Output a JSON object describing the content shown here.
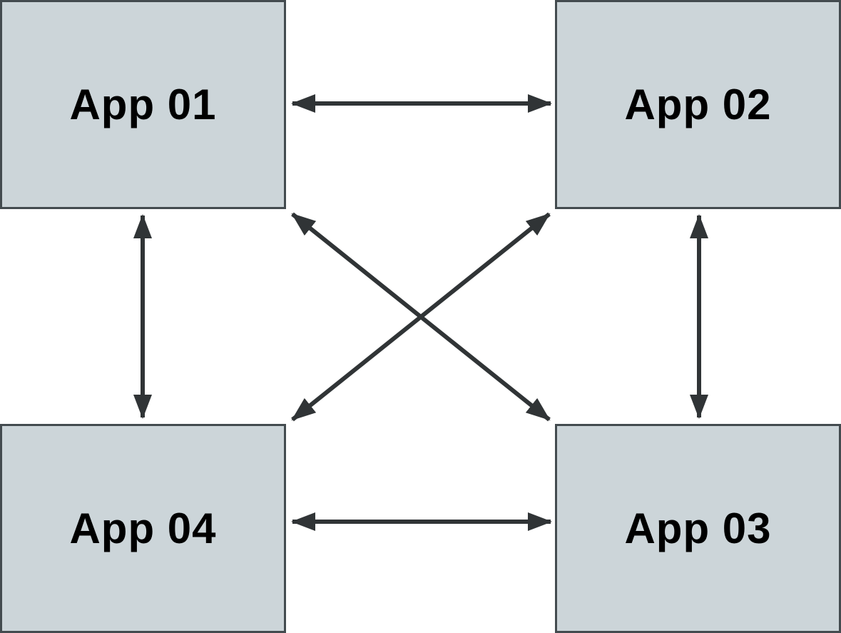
{
  "diagram": {
    "type": "network-diagram",
    "nodes": [
      {
        "id": "app-01",
        "label": "App 01",
        "position": "top-left"
      },
      {
        "id": "app-02",
        "label": "App 02",
        "position": "top-right"
      },
      {
        "id": "app-03",
        "label": "App 03",
        "position": "bottom-right"
      },
      {
        "id": "app-04",
        "label": "App 04",
        "position": "bottom-left"
      }
    ],
    "edges": [
      {
        "from": "App 01",
        "to": "App 02",
        "bidirectional": true
      },
      {
        "from": "App 04",
        "to": "App 03",
        "bidirectional": true
      },
      {
        "from": "App 01",
        "to": "App 04",
        "bidirectional": true
      },
      {
        "from": "App 02",
        "to": "App 03",
        "bidirectional": true
      },
      {
        "from": "App 01",
        "to": "App 03",
        "bidirectional": true
      },
      {
        "from": "App 02",
        "to": "App 04",
        "bidirectional": true
      }
    ],
    "colors": {
      "background": "#ffffff",
      "node_fill": "#ccd5d9",
      "node_border": "#434b4f",
      "arrow": "#303436",
      "label": "#000000"
    }
  }
}
